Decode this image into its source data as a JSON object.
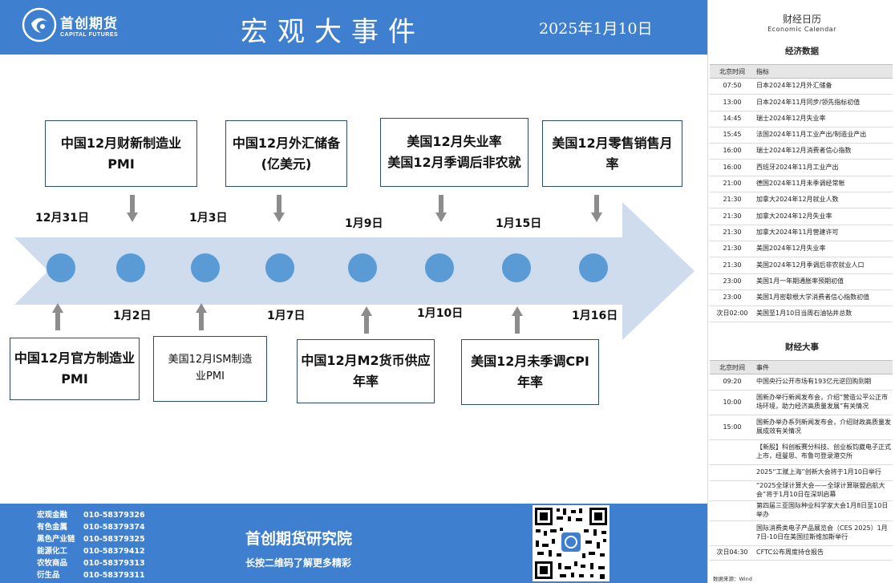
{
  "header": {
    "logo_cn": "首创期货",
    "logo_en": "CAPITAL FUTURES",
    "title": "宏观大事件",
    "date": "2025年1月10日"
  },
  "timeline": {
    "top_boxes": [
      "中国12月财新制造业\nPMI",
      "中国12月外汇储备\n(亿美元)",
      "美国12月失业率\n美国12月季调后非农就",
      "美国12月零售销售月\n率"
    ],
    "bottom_boxes": [
      "中国12月官方制造业\nPMI",
      "美国12月ISM制造\n业PMI",
      "中国12月M2货币供应\n年率",
      "美国12月未季调CPI\n年率"
    ],
    "top_dates": [
      "12月31日",
      "1月3日",
      "1月9日",
      "1月15日"
    ],
    "bottom_dates": [
      "1月2日",
      "1月7日",
      "1月10日",
      "1月16日"
    ]
  },
  "footer": {
    "contacts": [
      {
        "category": "宏观金融",
        "phone": "010-58379326"
      },
      {
        "category": "有色金属",
        "phone": "010-58379374"
      },
      {
        "category": "黑色产业链",
        "phone": "010-58379325"
      },
      {
        "category": "能源化工",
        "phone": "010-58379412"
      },
      {
        "category": "农牧商品",
        "phone": "010-58379313"
      },
      {
        "category": "衍生品",
        "phone": "010-58379311"
      }
    ],
    "institute": "首创期货研究院",
    "qr_prompt": "长按二维码了解更多精彩"
  },
  "calendar": {
    "title": "财经日历",
    "subtitle": "Economic Calendar",
    "econ_section": "经济数据",
    "econ_headers": [
      "北京时间",
      "指标"
    ],
    "econ_rows": [
      {
        "time": "07:50",
        "item": "日本2024年12月外汇储备"
      },
      {
        "time": "13:00",
        "item": "日本2024年11月同步/领先指标初值"
      },
      {
        "time": "14:45",
        "item": "瑞士2024年12月失业率"
      },
      {
        "time": "15:45",
        "item": "法国2024年11月工业产出/制造业产出"
      },
      {
        "time": "16:00",
        "item": "瑞士2024年12月消费者信心指数"
      },
      {
        "time": "16:00",
        "item": "西班牙2024年11月工业产出"
      },
      {
        "time": "21:00",
        "item": "德国2024年11月未季调经常帐"
      },
      {
        "time": "21:30",
        "item": "加拿大2024年12月就业人数"
      },
      {
        "time": "21:30",
        "item": "加拿大2024年12月失业率"
      },
      {
        "time": "21:30",
        "item": "加拿大2024年11月营建许可"
      },
      {
        "time": "21:30",
        "item": "美国2024年12月失业率"
      },
      {
        "time": "21:30",
        "item": "美国2024年12月季调后非农就业人口"
      },
      {
        "time": "23:00",
        "item": "美国1月一年期通胀率预期初值"
      },
      {
        "time": "23:00",
        "item": "美国1月密歇根大学消费者信心指数初值"
      },
      {
        "time": "次日02:00",
        "item": "美国至1月10日当周石油钻井总数"
      }
    ],
    "events_section": "财经大事",
    "events_headers": [
      "北京时间",
      "事件"
    ],
    "event_rows": [
      {
        "time": "09:20",
        "item": "中国央行公开市场有193亿元逆回购到期"
      },
      {
        "time": "10:00",
        "item": "国新办举行新闻发布会，介绍“营造公平公正市场环境，助力经济高质量发展”有关情况"
      },
      {
        "time": "15:00",
        "item": "国新办举办系列新闻发布会，介绍财政高质量发展成效有关情况"
      },
      {
        "time": "",
        "item": "【新股】科创板赛分科技、创业板钧崴电子正式上市，纽曼思、布鲁可登录港交所"
      },
      {
        "time": "",
        "item": "2025“工赋上海”创新大会将于1月10日举行"
      },
      {
        "time": "",
        "item": "“2025全球计算大会——全球计算联盟启航大会”将于1月10日在深圳启幕"
      },
      {
        "time": "",
        "item": "第四届三亚国际种业科学家大会1月8日至10日举办"
      },
      {
        "time": "",
        "item": "国际消费类电子产品展览会（CES 2025）1月7日-10日在美国拉斯维加斯举行"
      },
      {
        "time": "次日04:30",
        "item": "CFTC公布周度持仓报告"
      }
    ],
    "source": "数据来源：Wind"
  }
}
